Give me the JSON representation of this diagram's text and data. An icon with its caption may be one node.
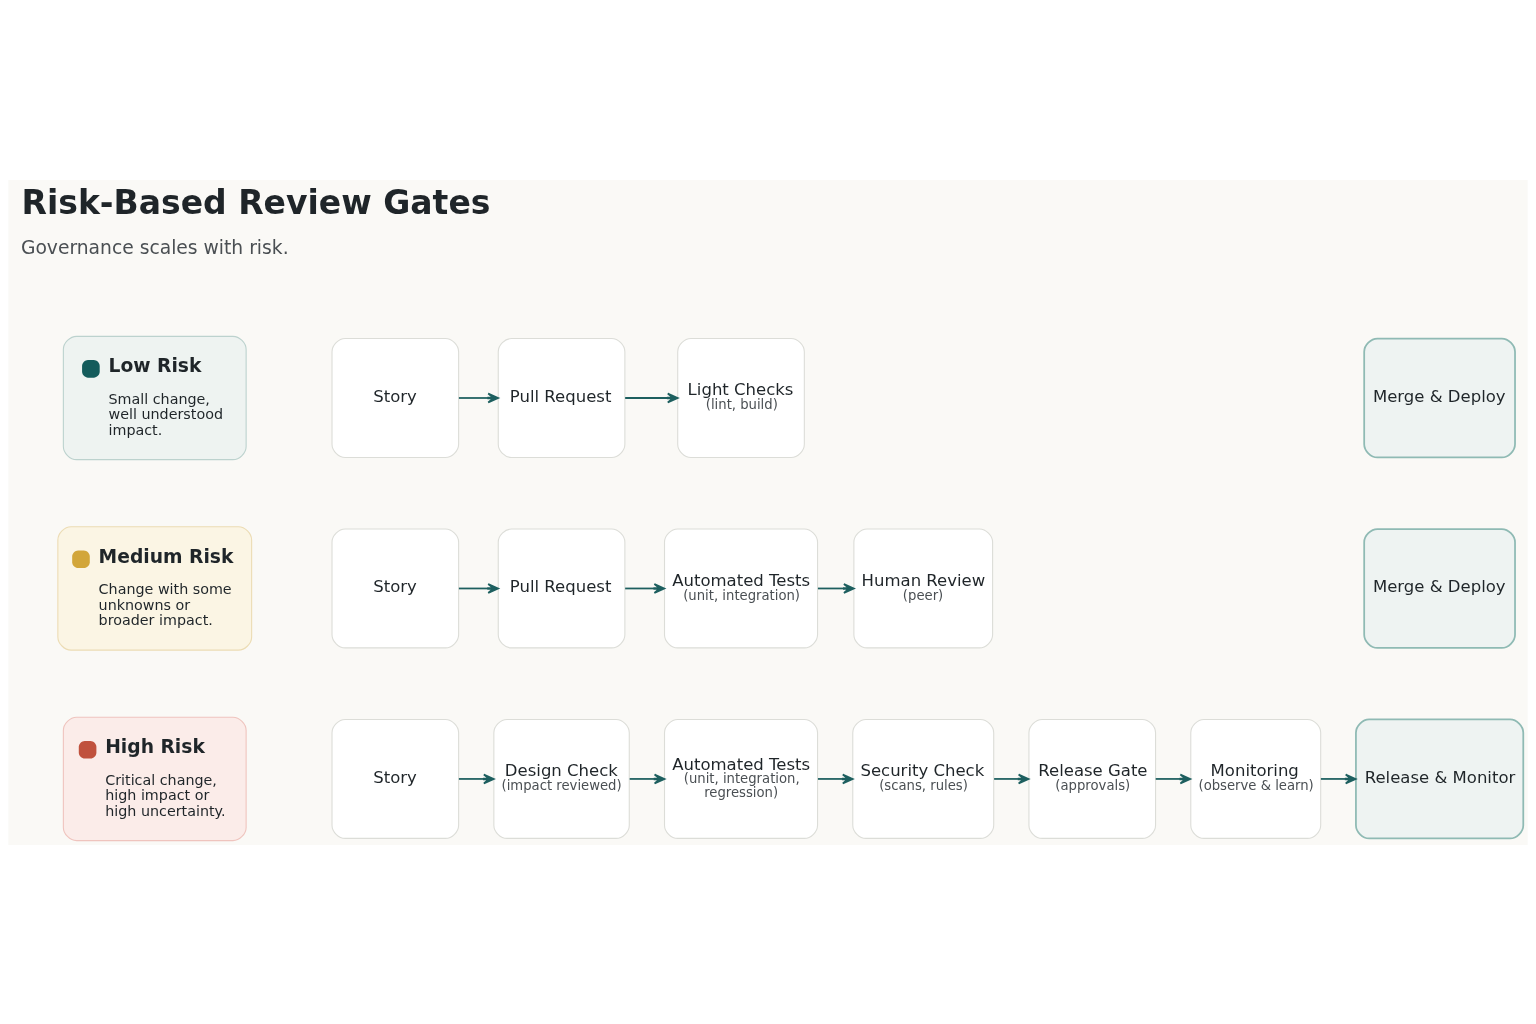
{
  "diagram": {
    "title": "Risk-Based Review Gates",
    "nodes": [
      {
        "text": [
          "Low Risk",
          "Small change, well understood impact."
        ]
      },
      {
        "text": [
          "Story"
        ]
      },
      {
        "text": [
          "Pull Request"
        ]
      },
      {
        "text": [
          "Light Checks",
          "(lint, build)"
        ]
      },
      {
        "text": [
          "Merge & Deploy"
        ]
      },
      {
        "text": [
          "Medium Risk",
          "Change with some unknowns or broader impact."
        ]
      },
      {
        "text": [
          "Story"
        ]
      },
      {
        "text": [
          "Pull Request"
        ]
      },
      {
        "text": [
          "Automated Tests",
          "(unit, integration)"
        ]
      },
      {
        "text": [
          "Human Review",
          "(peer)"
        ]
      },
      {
        "text": [
          "Merge & Deploy"
        ]
      },
      {
        "text": [
          "High Risk",
          "Critical change, high impact or high uncertainty."
        ]
      },
      {
        "text": [
          "Story"
        ]
      },
      {
        "text": [
          "Design Check",
          "(impact reviewed)"
        ]
      },
      {
        "text": [
          "Automated Tests",
          "(unit, integration, regression)"
        ]
      },
      {
        "text": [
          "Security Check",
          "(scans, rules)"
        ]
      },
      {
        "text": [
          "Release Gate",
          "(approvals)"
        ]
      },
      {
        "text": [
          "Monitoring",
          "(observe & learn)"
        ]
      },
      {
        "text": [
          "Release & Monitor"
        ]
      }
    ],
    "edges": [
      {
        "from": 1,
        "to": 2,
        "arrow": "to"
      },
      {
        "from": 2,
        "to": 3,
        "arrow": "to"
      },
      {
        "from": 6,
        "to": 7,
        "arrow": "to"
      },
      {
        "from": 7,
        "to": 8,
        "arrow": "to"
      },
      {
        "from": 8,
        "to": 9,
        "arrow": "to"
      },
      {
        "from": 12,
        "to": 13,
        "arrow": "to"
      },
      {
        "from": 13,
        "to": 14,
        "arrow": "to"
      },
      {
        "from": 14,
        "to": 15,
        "arrow": "to"
      },
      {
        "from": 15,
        "to": 16,
        "arrow": "to"
      },
      {
        "from": 16,
        "to": 17,
        "arrow": "to"
      },
      {
        "from": 17,
        "to": 18,
        "arrow": "to"
      }
    ],
    "labels": [
      "Governance scales with risk."
    ]
  }
}
